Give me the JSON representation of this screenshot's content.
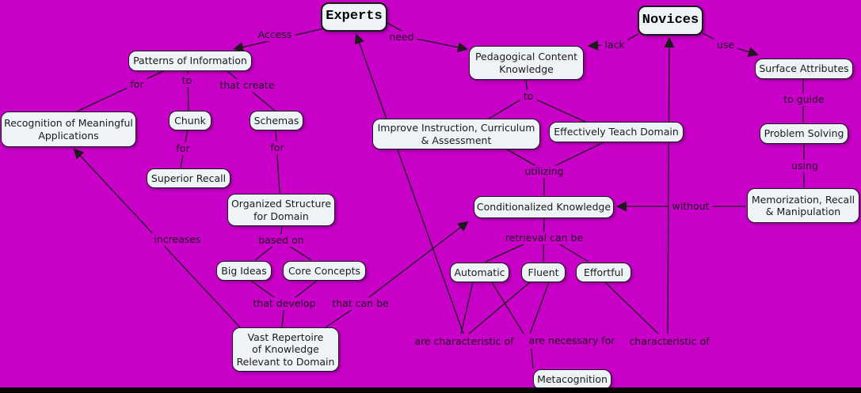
{
  "colors": {
    "background": "#C800C8",
    "node_fill": "#EEF3F8",
    "node_border": "#1A1A1A",
    "connector": "#1B1B1B",
    "bottom_bar": "#000000"
  },
  "nodes": {
    "experts": {
      "label": "Experts"
    },
    "novices": {
      "label": "Novices"
    },
    "patterns": {
      "label": "Patterns of Information"
    },
    "pck": {
      "label": "Pedagogical Content\nKnowledge"
    },
    "surface": {
      "label": "Surface Attributes"
    },
    "recognition": {
      "label": "Recognition of Meaningful\nApplications"
    },
    "chunk": {
      "label": "Chunk"
    },
    "schemas": {
      "label": "Schemas"
    },
    "improve": {
      "label": "Improve Instruction, Curriculum\n& Assessment"
    },
    "effectively": {
      "label": "Effectively Teach Domain"
    },
    "problem": {
      "label": "Problem Solving"
    },
    "superior": {
      "label": "Superior Recall"
    },
    "organized": {
      "label": "Organized Structure\nfor Domain"
    },
    "conditionalized": {
      "label": "Conditionalized Knowledge"
    },
    "memorization": {
      "label": "Memorization, Recall\n& Manipulation"
    },
    "big_ideas": {
      "label": "Big Ideas"
    },
    "core_concepts": {
      "label": "Core Concepts"
    },
    "automatic": {
      "label": "Automatic"
    },
    "fluent": {
      "label": "Fluent"
    },
    "effortful": {
      "label": "Effortful"
    },
    "vast": {
      "label": "Vast Repertoire\nof Knowledge\nRelevant to Domain"
    },
    "metacognition": {
      "label": "Metacognition"
    }
  },
  "edges": [
    {
      "label": "Access",
      "from": "experts",
      "to": "patterns"
    },
    {
      "label": "need",
      "from": "experts",
      "to": "pck"
    },
    {
      "label": "lack",
      "from": "novices",
      "to": "pck"
    },
    {
      "label": "use",
      "from": "novices",
      "to": "surface"
    },
    {
      "label": "for",
      "from": "patterns",
      "to": "recognition"
    },
    {
      "label": "to",
      "from": "patterns",
      "to": "chunk"
    },
    {
      "label": "that create",
      "from": "patterns",
      "to": "schemas"
    },
    {
      "label": "for",
      "from": "chunk",
      "to": "superior"
    },
    {
      "label": "for",
      "from": "schemas",
      "to": "organized"
    },
    {
      "label": "based on",
      "from": "organized",
      "to": [
        "big_ideas",
        "core_concepts"
      ]
    },
    {
      "label": "that develop",
      "from": [
        "big_ideas",
        "core_concepts"
      ],
      "to": "vast"
    },
    {
      "label": "that can be",
      "from": "vast",
      "to": "conditionalized"
    },
    {
      "label": "increases",
      "from": "vast",
      "to": "recognition"
    },
    {
      "label": "to",
      "from": "pck",
      "to": [
        "improve",
        "effectively"
      ]
    },
    {
      "label": "utilizing",
      "from": [
        "improve",
        "effectively"
      ],
      "to": "conditionalized"
    },
    {
      "label": "retrieval can be",
      "from": "conditionalized",
      "to": [
        "automatic",
        "fluent",
        "effortful"
      ]
    },
    {
      "label": "are characteristic of",
      "from": [
        "automatic",
        "fluent"
      ],
      "to": "experts"
    },
    {
      "label": "are necessary for",
      "from": [
        "automatic",
        "fluent"
      ],
      "to": "metacognition"
    },
    {
      "label": "characteristic of",
      "from": "effortful",
      "to": "novices"
    },
    {
      "label": "to guide",
      "from": "surface",
      "to": "problem"
    },
    {
      "label": "using",
      "from": "problem",
      "to": "memorization"
    },
    {
      "label": "without",
      "from": "memorization",
      "to": "conditionalized"
    }
  ]
}
